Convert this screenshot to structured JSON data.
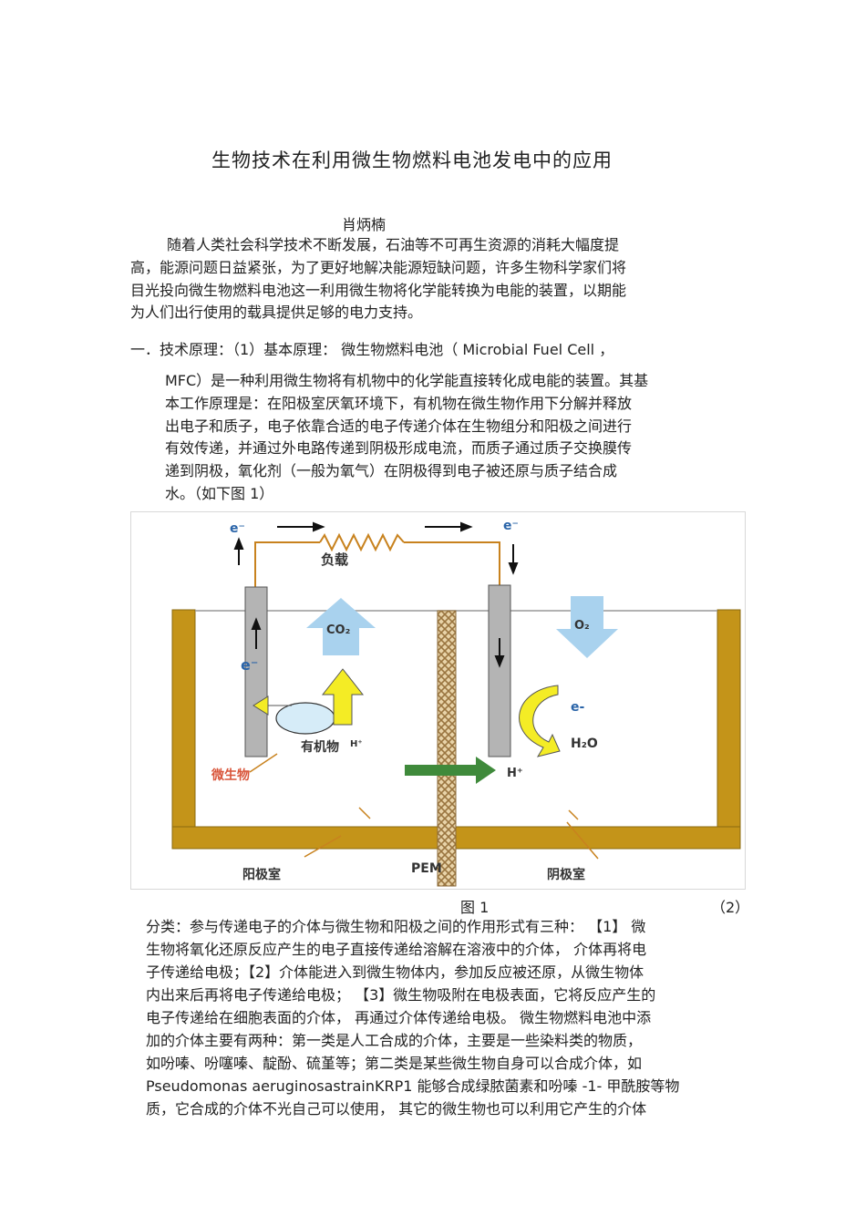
{
  "doc": {
    "title": "生物技术在利用微生物燃料电池发电中的应用",
    "author": "肖炳楠",
    "intro": [
      "随着人类社会科学技术不断发展，石油等不可再生资源的消耗大幅度提",
      "高，能源问题日益紧张，为了更好地解决能源短缺问题，许多生物科学家们将",
      "目光投向微生物燃料电池这一利用微生物将化学能转换为电能的装置，以期能",
      "为人们出行使用的载具提供足够的电力支持。"
    ],
    "section1": {
      "heading": "一．技术原理：（1）基本原理：  微生物燃料电池（   Microbial Fuel Cell        ，",
      "lines": [
        "MFC）是一种利用微生物将有机物中的化学能直接转化成电能的装置。其基",
        "本工作原理是：在阳极室厌氧环境下，有机物在微生物作用下分解并释放",
        "出电子和质子，电子依靠合适的电子传递介体在生物组分和阳极之间进行",
        "有效传递，并通过外电路传递到阴极形成电流，而质子通过质子交换膜传",
        "递到阴极，氧化剂（一般为氧气）在阴极得到电子被还原与质子结合成",
        "水。（如下图  1）"
      ]
    },
    "figure": {
      "labels": {
        "e_top_left": "e⁻",
        "e_top_right": "e⁻",
        "load": "负载",
        "co2": "CO₂",
        "o2": "O₂",
        "e_left": "e⁻",
        "e_right": "e-",
        "organic": "有机物",
        "hplus_small": "H⁺",
        "h2o": "H₂O",
        "hplus": "H⁺",
        "microbe": "微生物",
        "pem": "PEM",
        "anode": "阳极室",
        "cathode": "阴极室"
      },
      "caption": "图 1",
      "caption_right": "（2）"
    },
    "section2": {
      "lines": [
        "分类：参与传递电子的介体与微生物和阳极之间的作用形式有三种：          【1】  微",
        "生物将氧化还原反应产生的电子直接传递给溶解在溶液中的介体，        介体再将电",
        "子传递给电极；【2】介体能进入到微生物体内，参加反应被还原，从微生物体",
        "内出来后再将电子传递给电极；    【3】微生物吸附在电极表面，它将反应产生的",
        "电子传递给在细胞表面的介体，     再通过介体传递给电极。  微生物燃料电池中添",
        "加的介体主要有两种：第一类是人工合成的介体，主要是一些染料类的物质，",
        "如吩嗪、吩噻嗪、靛酚、硫堇等；第二类是某些微生物自身可以合成介体，如",
        "Pseudomonas aeruginosastrainKRP1   能够合成绿脓菌素和吩嗪   -1- 甲酰胺等物",
        "质，它合成的介体不光自己可以使用，     其它的微生物也可以利用它产生的介体"
      ]
    },
    "colors": {
      "wall": "#c49419",
      "electrode": "#b4b4b4",
      "arrow_blue": "#a9d2ee",
      "arrow_yellow": "#f4ec25",
      "arrow_green": "#3f8a3b",
      "wire": "#c8821e",
      "microbe_label": "#d9553a"
    }
  }
}
